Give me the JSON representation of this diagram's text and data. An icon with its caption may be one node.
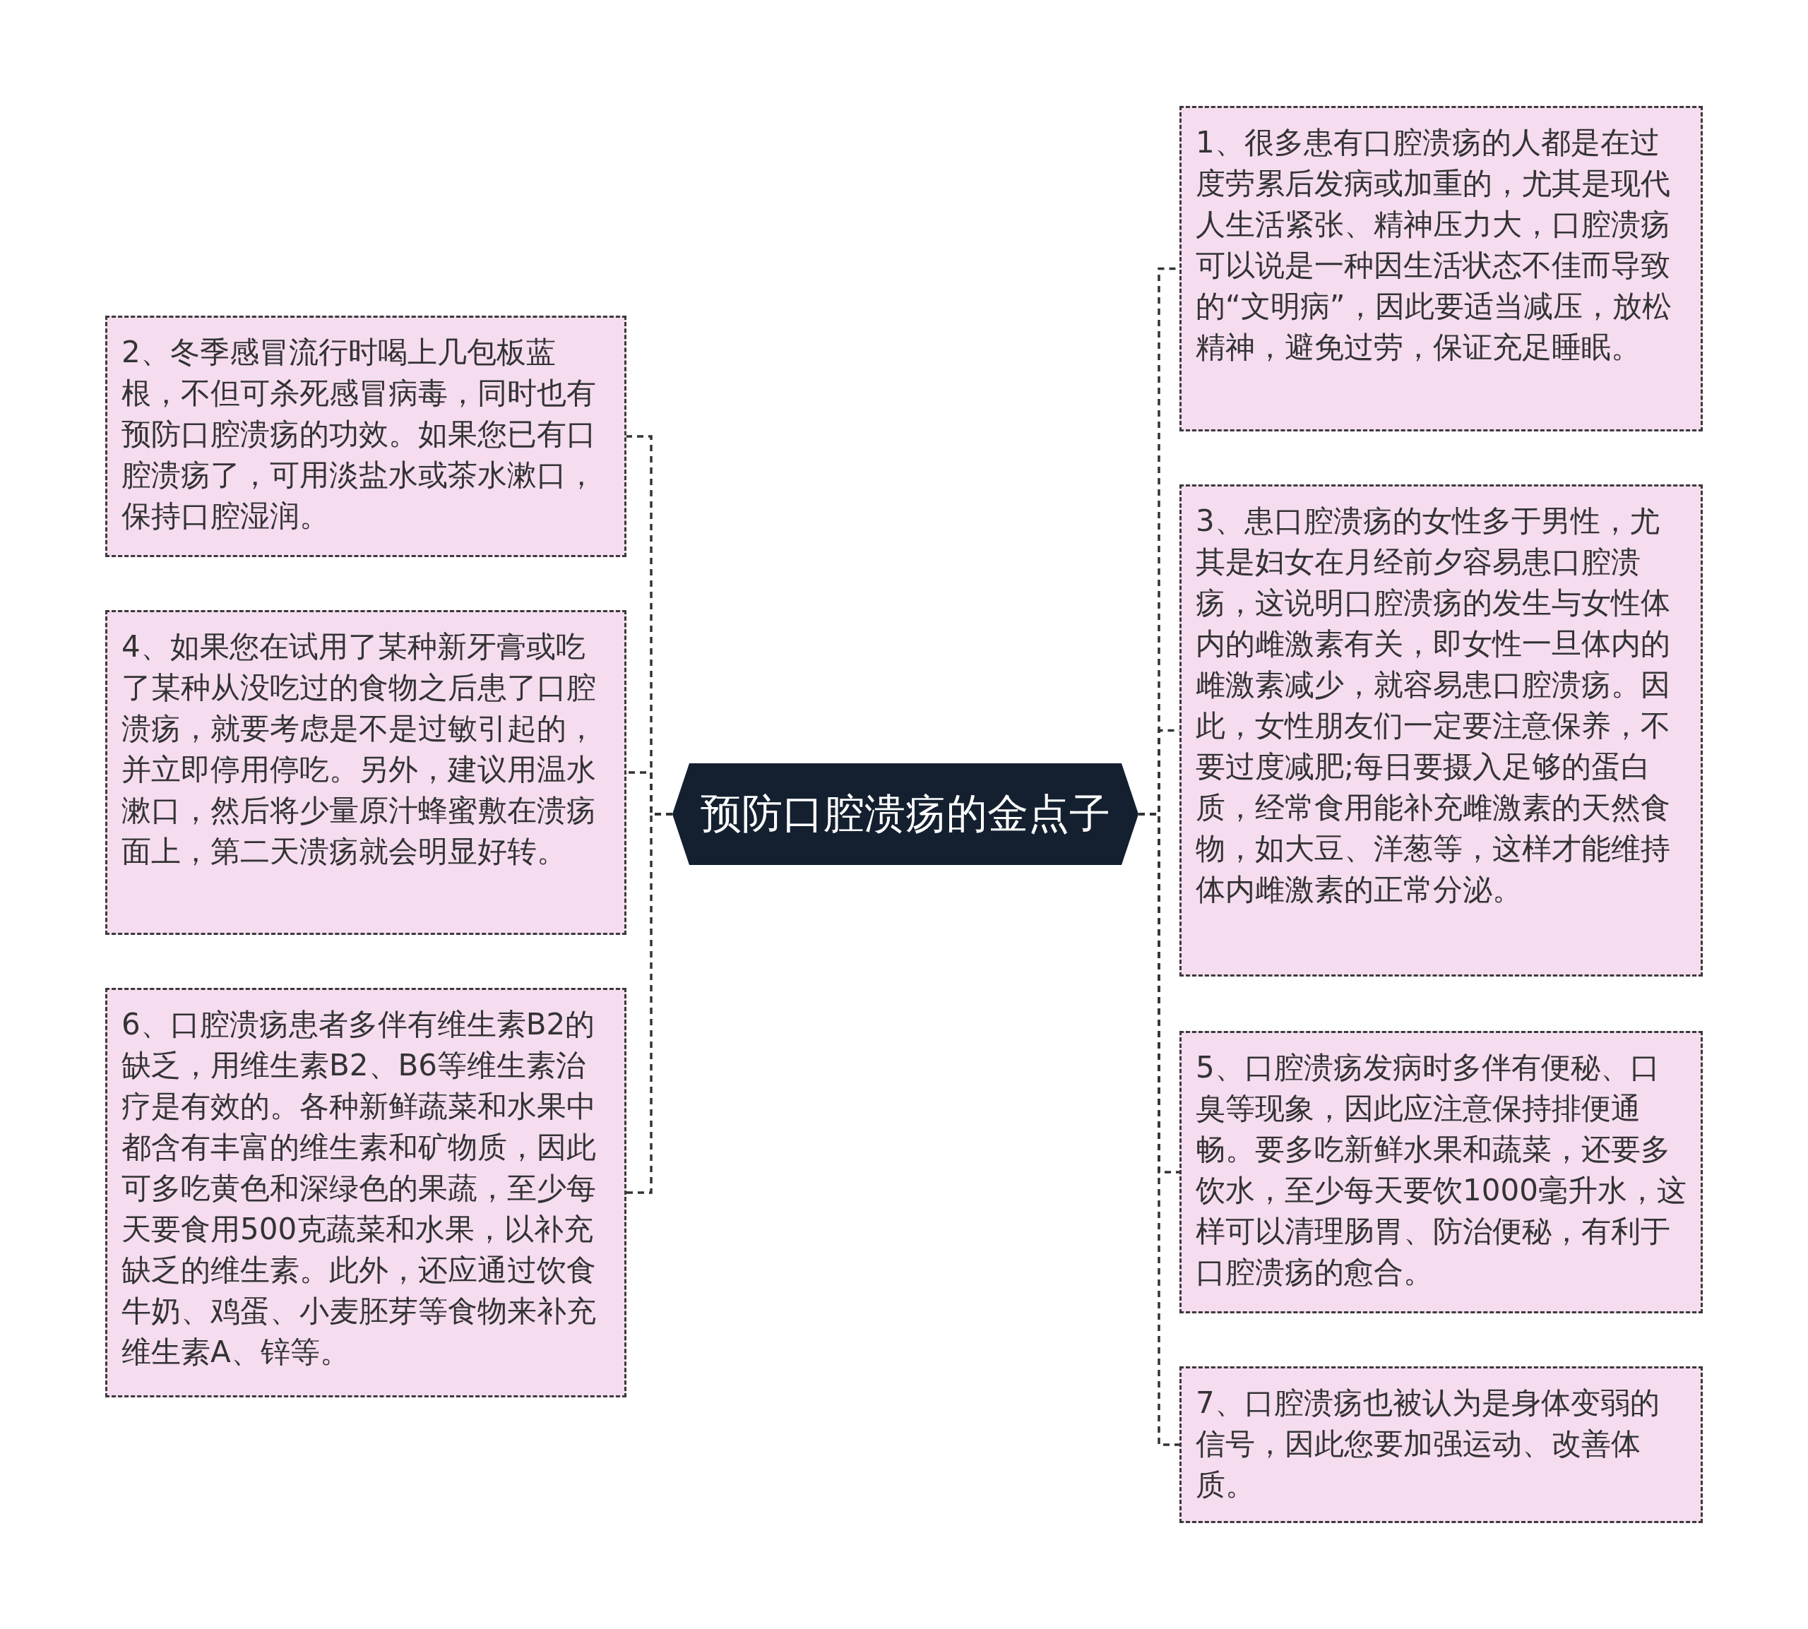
{
  "diagram": {
    "nodes": [
      {
        "text": [
          "预防口腔溃疡的金点子"
        ]
      },
      {
        "text": [
          "1、很多患有口腔溃疡的人都是在过度劳累后发病或加重的，尤其是现代人生活紧张、精神压力大，口腔溃疡可以说是一种因生活状态不佳而导致的“文明病”，因此要适当减压，放松精神，避免过劳，保证充足睡眠。"
        ]
      },
      {
        "text": [
          "2、冬季感冒流行时喝上几包板蓝根，不但可杀死感冒病毒，同时也有预防口腔溃疡的功效。如果您已有口腔溃疡了，可用淡盐水或茶水漱口，保持口腔湿润。"
        ]
      },
      {
        "text": [
          "3、患口腔溃疡的女性多于男性，尤其是妇女在月经前夕容易患口腔溃疡，这说明口腔溃疡的发生与女性体内的雌激素有关，即女性一旦体内的雌激素减少，就容易患口腔溃疡。因此，女性朋友们一定要注意保养，不要过度减肥;每日要摄入足够的蛋白质，经常食用能补充雌激素的天然食物，如大豆、洋葱等，这样才能维持体内雌激素的正常分泌。"
        ]
      },
      {
        "text": [
          "4、如果您在试用了某种新牙膏或吃了某种从没吃过的食物之后患了口腔溃疡，就要考虑是不是过敏引起的，并立即停用停吃。另外，建议用温水漱口，然后将少量原汁蜂蜜敷在溃疡面上，第二天溃疡就会明显好转。"
        ]
      },
      {
        "text": [
          "5、口腔溃疡发病时多伴有便秘、口臭等现象，因此应注意保持排便通畅。要多吃新鲜水果和蔬菜，还要多饮水，至少每天要饮1000毫升水，这样可以清理肠胃、防治便秘，有利于口腔溃疡的愈合。"
        ]
      },
      {
        "text": [
          "6、口腔溃疡患者多伴有维生素B2的缺乏，用维生素B2、B6等维生素治疗是有效的。各种新鲜蔬菜和水果中都含有丰富的维生素和矿物质，因此可多吃黄色和深绿色的果蔬，至少每天要食用500克蔬菜和水果，以补充缺乏的维生素。此外，还应通过饮食牛奶、鸡蛋、小麦胚芽等食物来补充维生素A、锌等。"
        ]
      },
      {
        "text": [
          "7、口腔溃疡也被认为是身体变弱的信号，因此您要加强运动、改善体质。"
        ]
      }
    ],
    "edges": [
      {
        "from": 0,
        "to": 1,
        "arrow": "none"
      },
      {
        "from": 0,
        "to": 2,
        "arrow": "none"
      },
      {
        "from": 0,
        "to": 3,
        "arrow": "none"
      },
      {
        "from": 0,
        "to": 4,
        "arrow": "none"
      },
      {
        "from": 0,
        "to": 5,
        "arrow": "none"
      },
      {
        "from": 0,
        "to": 6,
        "arrow": "none"
      },
      {
        "from": 0,
        "to": 7,
        "arrow": "none"
      }
    ]
  }
}
